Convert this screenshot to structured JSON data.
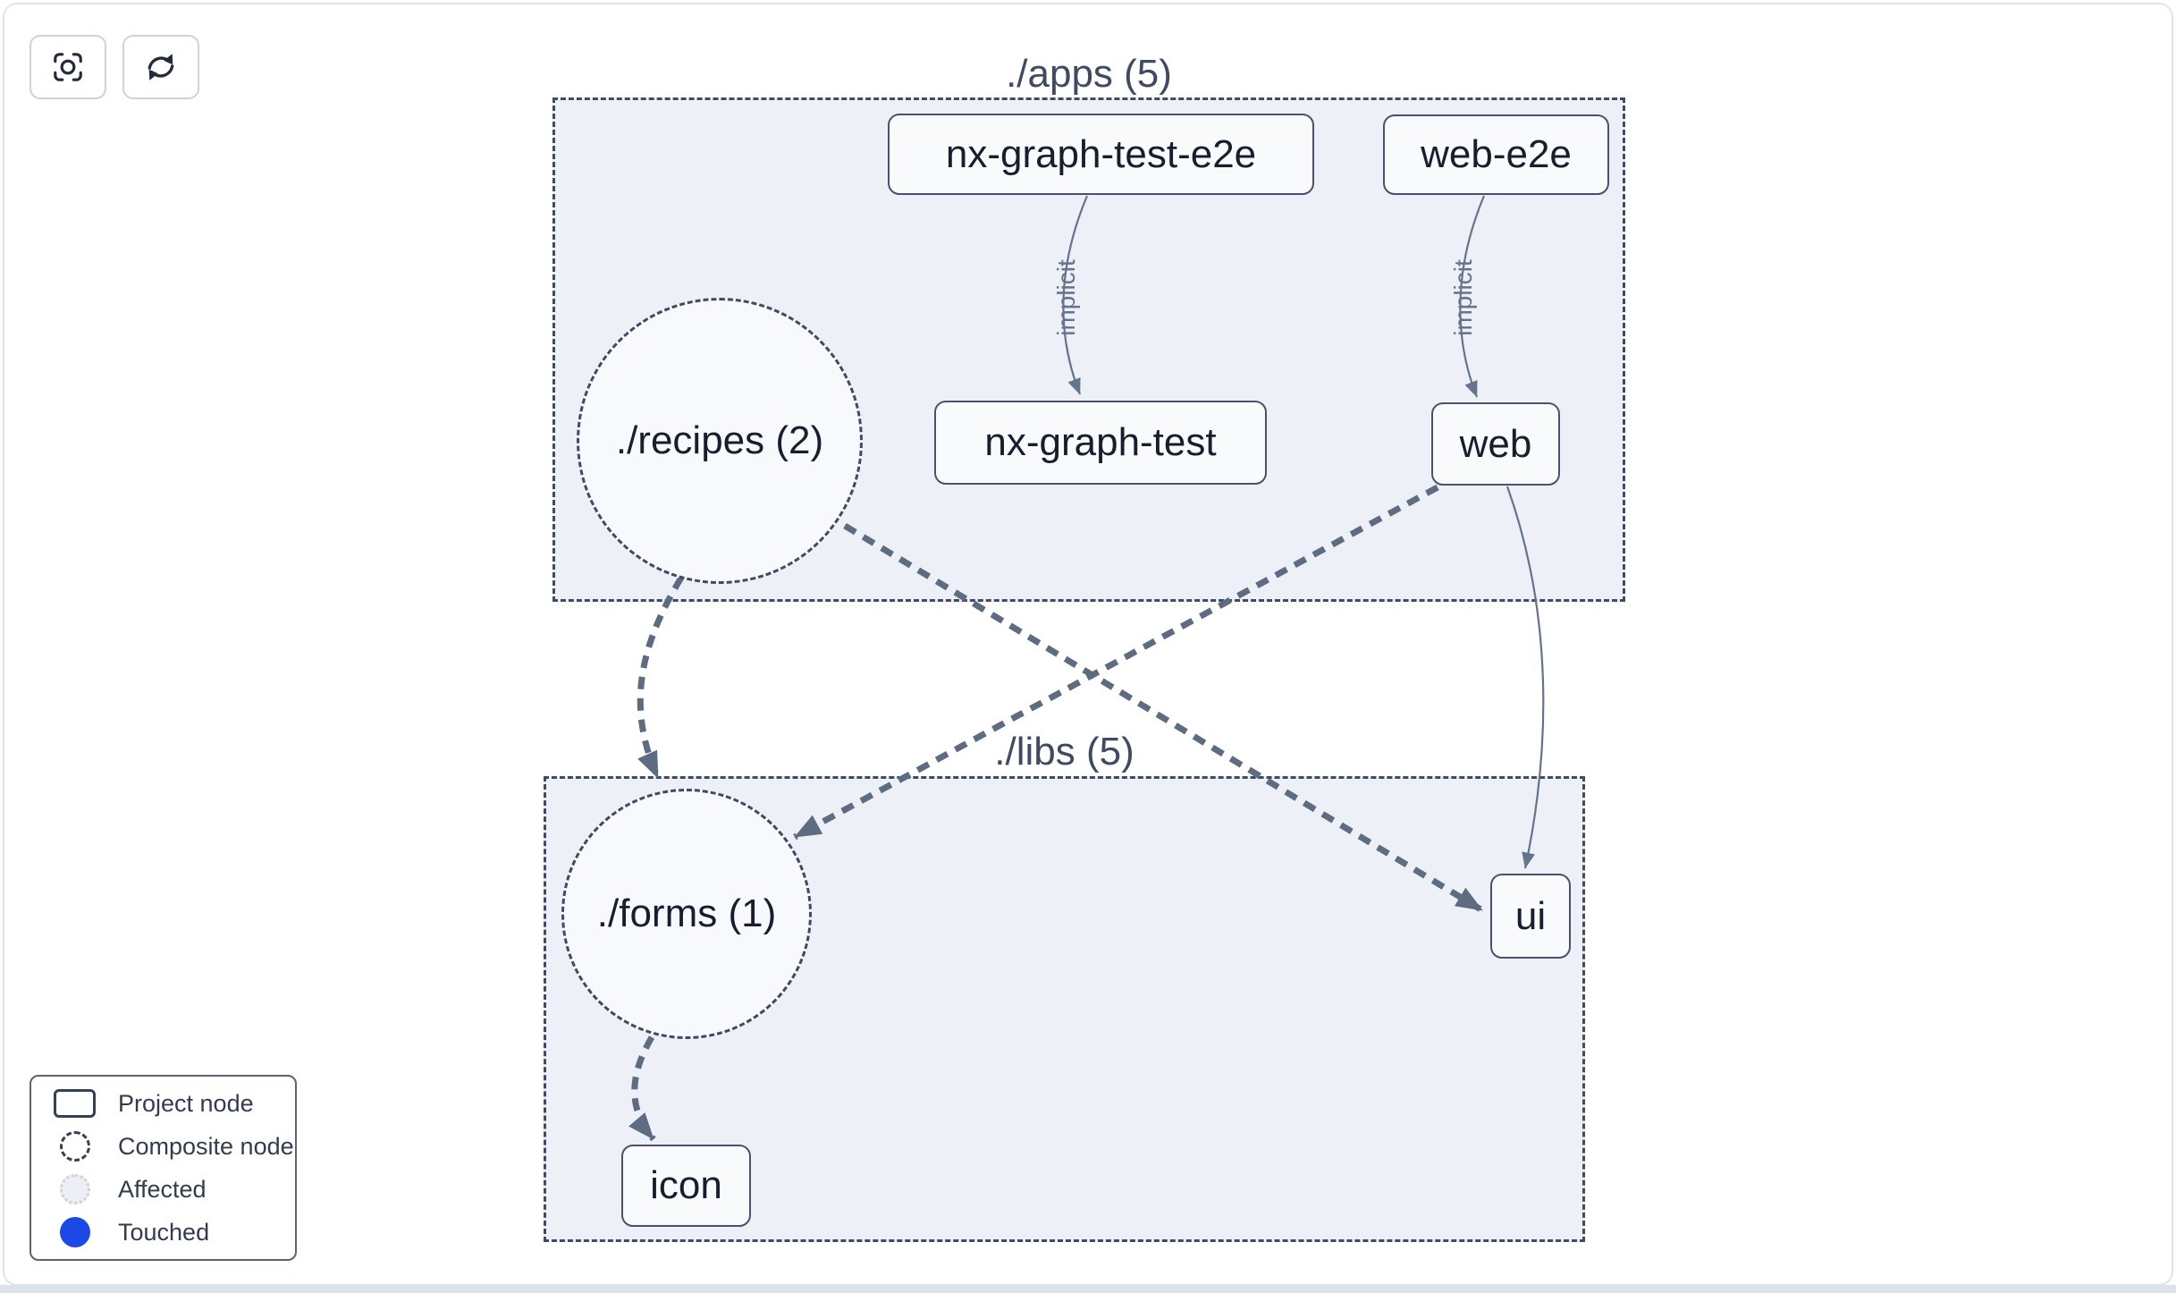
{
  "toolbar": {
    "buttons": [
      {
        "name": "focus-button",
        "icon": "focus-crosshair-icon"
      },
      {
        "name": "refresh-button",
        "icon": "refresh-cycle-icon"
      }
    ]
  },
  "graph": {
    "clusters": [
      {
        "id": "apps",
        "title": "./apps (5)"
      },
      {
        "id": "libs",
        "title": "./libs (5)"
      }
    ],
    "nodes": [
      {
        "id": "nx-graph-test-e2e",
        "label": "nx-graph-test-e2e",
        "type": "project",
        "cluster": "apps"
      },
      {
        "id": "web-e2e",
        "label": "web-e2e",
        "type": "project",
        "cluster": "apps"
      },
      {
        "id": "nx-graph-test",
        "label": "nx-graph-test",
        "type": "project",
        "cluster": "apps"
      },
      {
        "id": "web",
        "label": "web",
        "type": "project",
        "cluster": "apps"
      },
      {
        "id": "recipes",
        "label": "./recipes (2)",
        "type": "composite",
        "cluster": "apps"
      },
      {
        "id": "forms",
        "label": "./forms (1)",
        "type": "composite",
        "cluster": "libs"
      },
      {
        "id": "ui",
        "label": "ui",
        "type": "project",
        "cluster": "libs"
      },
      {
        "id": "icon",
        "label": "icon",
        "type": "project",
        "cluster": "libs"
      }
    ],
    "edges": [
      {
        "from": "nx-graph-test-e2e",
        "to": "nx-graph-test",
        "label": "implicit",
        "style": "solid"
      },
      {
        "from": "web-e2e",
        "to": "web",
        "label": "implicit",
        "style": "solid"
      },
      {
        "from": "web",
        "to": "ui",
        "label": "",
        "style": "solid"
      },
      {
        "from": "recipes",
        "to": "forms",
        "label": "",
        "style": "dashed"
      },
      {
        "from": "recipes",
        "to": "ui",
        "label": "",
        "style": "dashed"
      },
      {
        "from": "web",
        "to": "forms",
        "label": "",
        "style": "dashed"
      },
      {
        "from": "forms",
        "to": "icon",
        "label": "",
        "style": "dashed"
      }
    ]
  },
  "legend": {
    "items": [
      {
        "swatch": "project-node-swatch",
        "label": "Project node"
      },
      {
        "swatch": "composite-node-swatch",
        "label": "Composite node"
      },
      {
        "swatch": "affected-swatch",
        "label": "Affected"
      },
      {
        "swatch": "touched-swatch",
        "label": "Touched"
      }
    ]
  },
  "colors": {
    "touched_blue": "#1a49e8",
    "affected_fill": "#edeff4",
    "cluster_fill": "#edf0f6",
    "cluster_border": "#3f4a63",
    "edge": "#5d6c81",
    "node_fill": "#f9fafc",
    "node_border": "#47536e"
  }
}
